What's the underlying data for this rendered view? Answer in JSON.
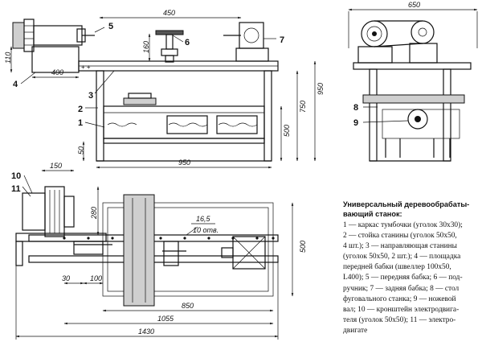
{
  "front_view": {
    "dims": {
      "d450": "450",
      "d160": "160",
      "d110": "110",
      "d400": "400",
      "d950_h": "950",
      "d750": "750",
      "d500": "500",
      "d50": "50",
      "d950_w": "950"
    },
    "callouts": {
      "c1": "1",
      "c2": "2",
      "c3": "3",
      "c4": "4",
      "c5": "5",
      "c6": "6",
      "c7": "7"
    }
  },
  "side_view": {
    "dims": {
      "d650": "650"
    },
    "callouts": {
      "c8": "8",
      "c9": "9"
    }
  },
  "top_view": {
    "dims": {
      "d150": "150",
      "d280": "280",
      "d16_5": "16,5",
      "d10holes": "10 отв.",
      "d500": "500",
      "d30": "30",
      "d100": "100",
      "d850": "850",
      "d1055": "1055",
      "d1430": "1430"
    },
    "callouts": {
      "c10": "10",
      "c11": "11"
    }
  },
  "legend": {
    "title_lines": [
      "Универсальный деревообрабаты-",
      "вающий станок:"
    ],
    "lines": [
      "1 — каркас тумбочки (уголок 30х30);",
      "2 — стойка станины (уголок 50х50,",
      "4 шт.); 3 — направляющая станины",
      "(уголок 50х50, 2 шт.); 4 — площадка",
      "передней бабки (швеллер 100х50,",
      "L400); 5 — передняя бабка; 6 — под-",
      "ручник; 7 — задняя бабка; 8 — стол",
      "фуговального станка; 9 — ножевой",
      "вал; 10 — кронштейн электродвига-",
      "теля (уголок 50х50); 11 — электро-",
      "двигате"
    ]
  }
}
